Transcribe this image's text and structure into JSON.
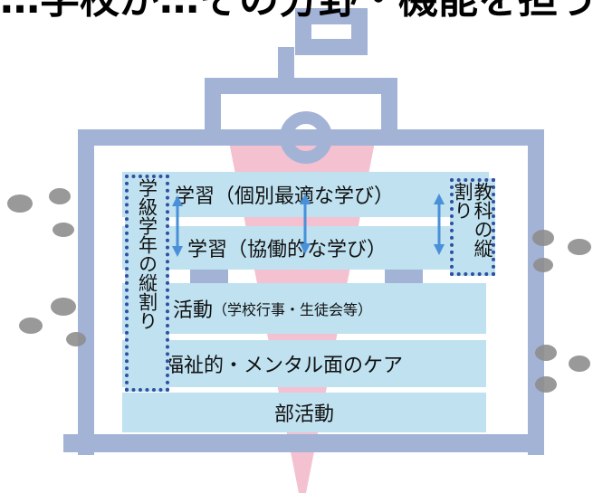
{
  "heading": "…学校が…その分野・機能を担う",
  "bands": {
    "individual": "学習（個別最適な学び）",
    "cooperative": "学習（協働的な学び）",
    "activities_main": "活動",
    "activities_sub": "（学校行事・生徒会等）",
    "care": "福祉的・メンタル面のケア",
    "club": "部活動"
  },
  "left_label": "学級学年の縦割り",
  "right_label": "教科の縦割り",
  "colors": {
    "building": "#a3b3d6",
    "band": "#bfe1f0",
    "funnel": "#f2b6c8",
    "dotted_border": "#2f4fa0",
    "arrow": "#4a90d9"
  },
  "icons": [
    "school-building-outline",
    "funnel",
    "double-arrow",
    "gray-blob-people"
  ]
}
